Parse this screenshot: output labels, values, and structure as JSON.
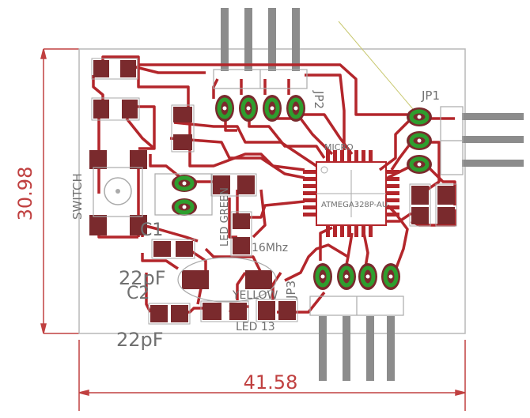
{
  "dimensions": {
    "height": "30.98",
    "width": "41.58"
  },
  "labels": {
    "jp1": "JP1",
    "jp2": "JP2",
    "jp3": "JP3",
    "switch": "SWITCH",
    "cap_value_top": "22pF",
    "cap_value_bottom": "22pF",
    "c1": "C1",
    "c2": "C2",
    "crystal": "16Mhz",
    "micro_title": "MICRO",
    "chip": "ATMEGA328P-AU",
    "led_green": "LED GREEN",
    "led_yellow": "YELLOW",
    "led_13": "LED 13"
  },
  "colors": {
    "trace": "#b3262b",
    "pad": "#7a2a2d",
    "pad_hole": "#2e9e2e",
    "silk": "#aaaaaa",
    "header_pin": "#8c8c8c",
    "outline": "#b8b8b8",
    "dimension": "#c04040",
    "label": "#707070"
  }
}
